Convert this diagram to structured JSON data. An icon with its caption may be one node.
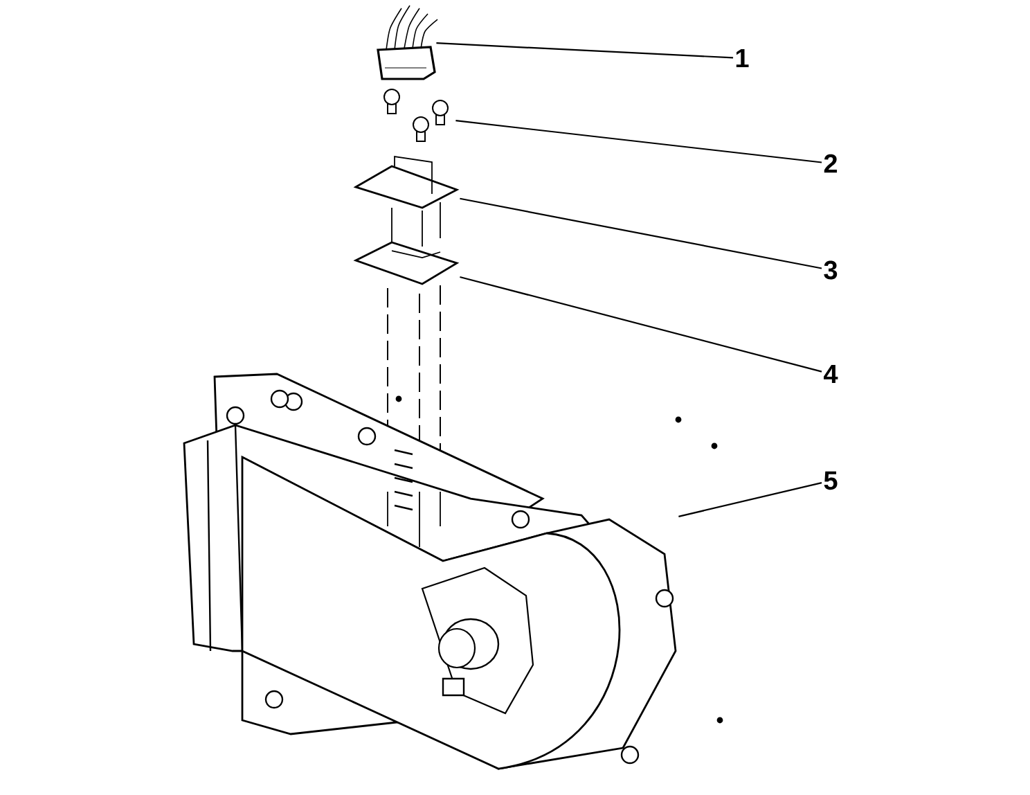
{
  "diagram": {
    "nodes": [
      {
        "text": [
          "1"
        ]
      },
      {
        "text": [
          "2"
        ]
      },
      {
        "text": [
          "3"
        ]
      },
      {
        "text": [
          "4"
        ]
      },
      {
        "text": [
          "5"
        ]
      },
      {
        "text": [],
        "shape": "picture"
      },
      {
        "text": [],
        "shape": "picture"
      },
      {
        "text": [],
        "shape": "picture"
      },
      {
        "text": [],
        "shape": "picture"
      },
      {
        "text": [],
        "shape": "picture"
      }
    ],
    "edges": [
      {
        "from": 0,
        "to": 5,
        "arrow": "none"
      },
      {
        "from": 1,
        "to": 6,
        "arrow": "none"
      },
      {
        "from": 2,
        "to": 7,
        "arrow": "none"
      },
      {
        "from": 3,
        "to": 8,
        "arrow": "none"
      },
      {
        "from": 4,
        "to": 9,
        "arrow": "none"
      }
    ]
  }
}
